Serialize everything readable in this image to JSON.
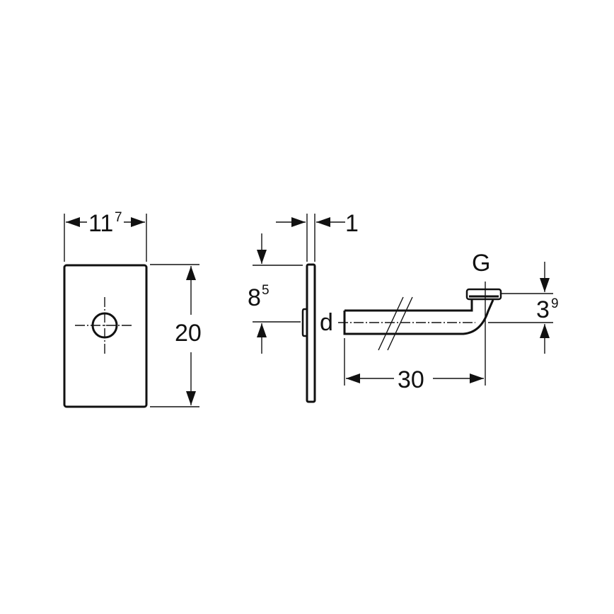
{
  "diagram": {
    "type": "technical-dimension-drawing",
    "views": [
      {
        "name": "front-view-plate",
        "dimensions": {
          "width": {
            "main": "11",
            "sup": "7"
          },
          "height": {
            "main": "20",
            "sup": ""
          }
        }
      },
      {
        "name": "side-view-plate",
        "dimensions": {
          "thickness": {
            "main": "1",
            "sup": ""
          },
          "center_offset": {
            "main": "8",
            "sup": "5"
          }
        },
        "labels": {
          "diameter": "d"
        }
      },
      {
        "name": "pipe-elbow",
        "labels": {
          "thread": "G"
        },
        "dimensions": {
          "length": {
            "main": "30",
            "sup": ""
          },
          "rise": {
            "main": "3",
            "sup": "9"
          }
        }
      }
    ],
    "colors": {
      "line": "#111111",
      "background": "#ffffff"
    }
  }
}
